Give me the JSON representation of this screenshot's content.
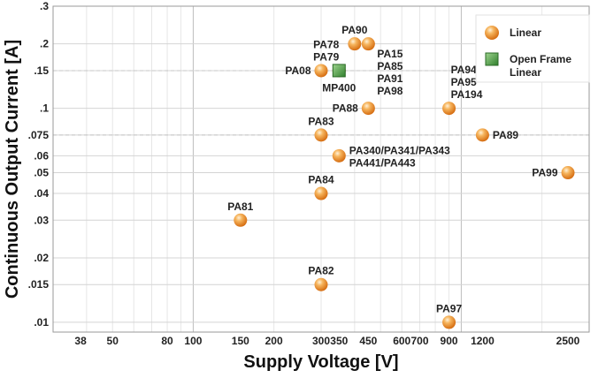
{
  "chart_data": {
    "type": "scatter",
    "xlabel": "Supply Voltage [V]",
    "ylabel": "Continuous Output Current [A]",
    "x_scale": "log",
    "y_scale": "log",
    "xlim": [
      30,
      3000
    ],
    "ylim": [
      0.009,
      0.3
    ],
    "x_ticks": [
      {
        "value": 38,
        "label": "38"
      },
      {
        "value": 50,
        "label": "50"
      },
      {
        "value": 80,
        "label": "80"
      },
      {
        "value": 100,
        "label": "100"
      },
      {
        "value": 150,
        "label": "150"
      },
      {
        "value": 200,
        "label": "200"
      },
      {
        "value": 300,
        "label": "300"
      },
      {
        "value": 350,
        "label": "350"
      },
      {
        "value": 450,
        "label": "450"
      },
      {
        "value": 600,
        "label": "600"
      },
      {
        "value": 700,
        "label": "700"
      },
      {
        "value": 900,
        "label": "900"
      },
      {
        "value": 1200,
        "label": "1200"
      },
      {
        "value": 2500,
        "label": "2500"
      }
    ],
    "y_ticks": [
      {
        "value": 0.01,
        "label": ".01"
      },
      {
        "value": 0.015,
        "label": ".015"
      },
      {
        "value": 0.02,
        "label": ".02"
      },
      {
        "value": 0.03,
        "label": ".03"
      },
      {
        "value": 0.04,
        "label": ".04"
      },
      {
        "value": 0.05,
        "label": ".05"
      },
      {
        "value": 0.06,
        "label": ".06"
      },
      {
        "value": 0.075,
        "label": ".075"
      },
      {
        "value": 0.1,
        "label": ".1"
      },
      {
        "value": 0.15,
        "label": ".15"
      },
      {
        "value": 0.2,
        "label": ".2"
      },
      {
        "value": 0.3,
        "label": ".3"
      }
    ],
    "grid": true,
    "legend": {
      "placement": "top-right",
      "entries": [
        {
          "label": "Linear",
          "marker": "circle",
          "color": "#f0932b"
        },
        {
          "label": "Open Frame Linear",
          "marker": "square",
          "color": "#3f9a3a"
        }
      ]
    },
    "series": [
      {
        "name": "Linear",
        "color": "#f0932b",
        "points": [
          {
            "x": 150,
            "y": 0.03,
            "labels": [
              "PA81"
            ],
            "label_pos": "above"
          },
          {
            "x": 300,
            "y": 0.15,
            "labels": [
              "PA08"
            ],
            "label_pos": "left"
          },
          {
            "x": 300,
            "y": 0.075,
            "labels": [
              "PA83"
            ],
            "label_pos": "above"
          },
          {
            "x": 300,
            "y": 0.04,
            "labels": [
              "PA84"
            ],
            "label_pos": "above"
          },
          {
            "x": 300,
            "y": 0.015,
            "labels": [
              "PA82"
            ],
            "label_pos": "above"
          },
          {
            "x": 350,
            "y": 0.15,
            "labels": [
              "PA78",
              "PA79"
            ],
            "label_pos": "above-left"
          },
          {
            "x": 350,
            "y": 0.06,
            "labels": [
              "PA340/PA341/PA343",
              "PA441/PA443"
            ],
            "label_pos": "right"
          },
          {
            "x": 400,
            "y": 0.2,
            "labels": [
              "PA90"
            ],
            "label_pos": "above"
          },
          {
            "x": 450,
            "y": 0.2,
            "labels": [
              "PA15",
              "PA85",
              "PA91",
              "PA98"
            ],
            "label_pos": "below-right"
          },
          {
            "x": 450,
            "y": 0.1,
            "labels": [
              "PA88"
            ],
            "label_pos": "left"
          },
          {
            "x": 900,
            "y": 0.1,
            "labels": [
              "PA94",
              "PA95",
              "PA194"
            ],
            "label_pos": "above-right"
          },
          {
            "x": 900,
            "y": 0.01,
            "labels": [
              "PA97"
            ],
            "label_pos": "above"
          },
          {
            "x": 1200,
            "y": 0.075,
            "labels": [
              "PA89"
            ],
            "label_pos": "right"
          },
          {
            "x": 2500,
            "y": 0.05,
            "labels": [
              "PA99"
            ],
            "label_pos": "left"
          }
        ]
      },
      {
        "name": "Open Frame Linear",
        "color": "#3f9a3a",
        "points": [
          {
            "x": 350,
            "y": 0.15,
            "labels": [
              "MP400"
            ],
            "label_pos": "below"
          }
        ]
      }
    ]
  }
}
